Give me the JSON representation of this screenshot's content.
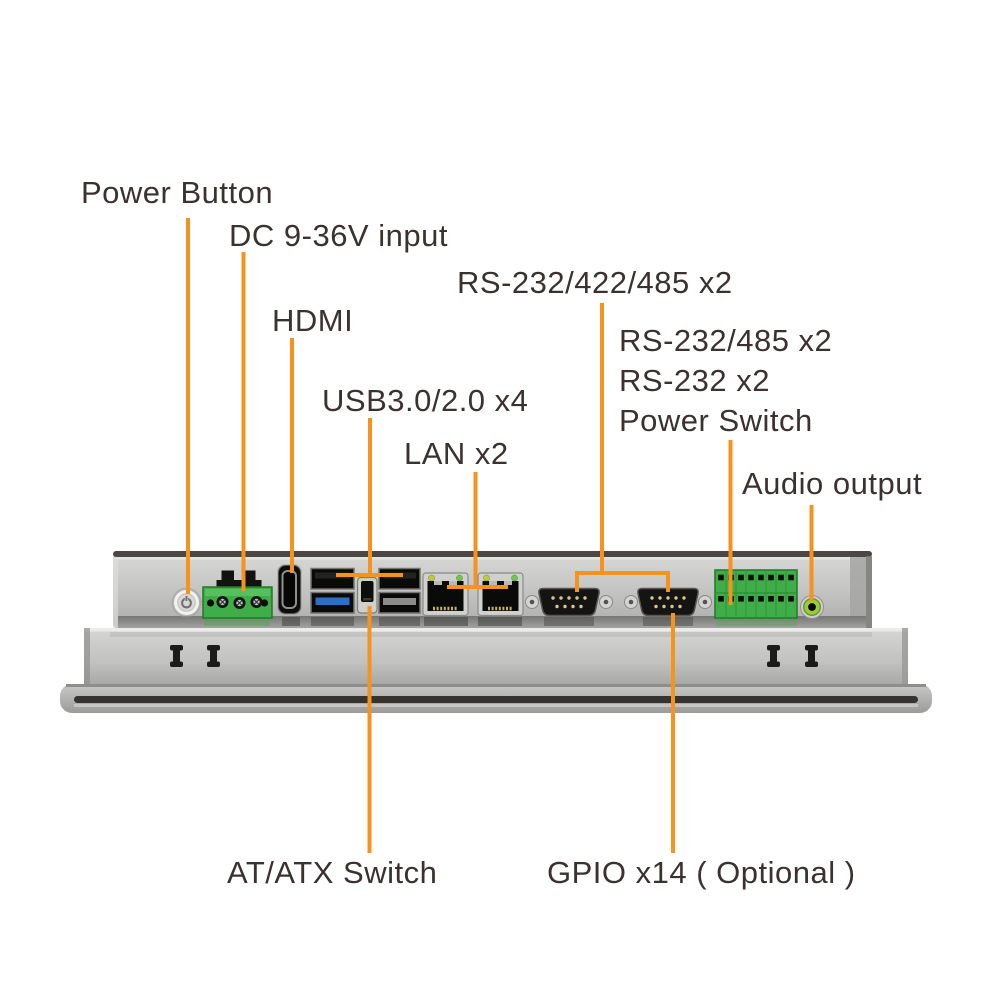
{
  "colors": {
    "accent": "#F6921E",
    "text": "#3A3230",
    "green": "#3FAE49",
    "usb3_blue": "#2F6FC2",
    "audio_green": "#9BC93F",
    "led_yellow": "#C3CC35",
    "led_green": "#6FC84E",
    "chassis": "#C6C6C4"
  },
  "callouts": {
    "power_button": "Power Button",
    "dc_input": "DC 9-36V input",
    "hdmi": "HDMI",
    "serial_combo_1": "RS-232/422/485 x2",
    "usb": "USB3.0/2.0 x4",
    "lan": "LAN x2",
    "serial_combo_2_line1": "RS-232/485 x2",
    "serial_combo_2_line2": "RS-232 x2",
    "serial_combo_2_line3": "Power Switch",
    "audio": "Audio output",
    "at_atx": "AT/ATX Switch",
    "gpio": "GPIO x14 ( Optional )"
  },
  "ports": [
    "power-button",
    "dc-terminal-block",
    "hdmi-port",
    "usb-stack-1",
    "at-atx-switch",
    "usb-stack-2",
    "lan-port-1",
    "lan-port-2",
    "db9-serial-port-1",
    "db9-serial-port-2",
    "gpio-terminal-block",
    "audio-jack"
  ]
}
